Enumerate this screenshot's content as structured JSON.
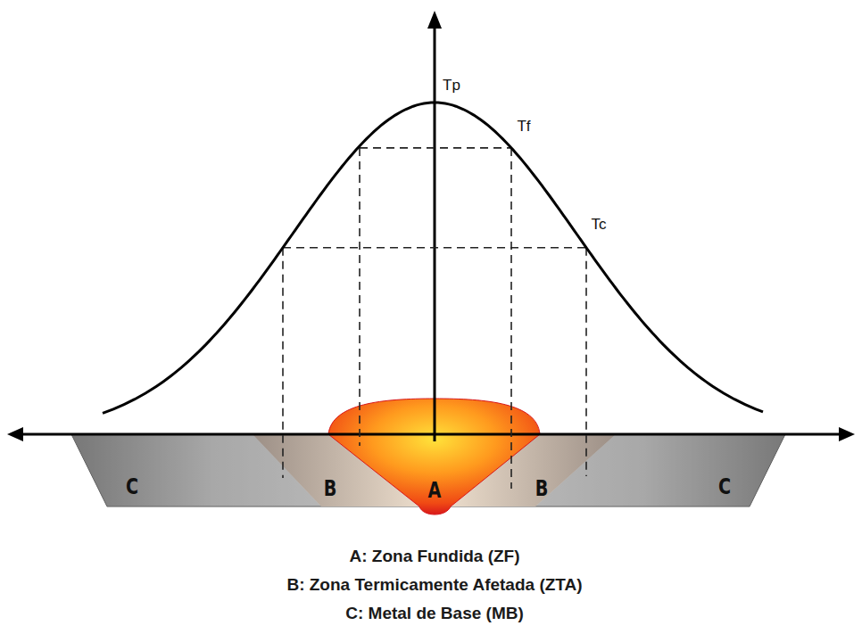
{
  "diagram": {
    "labels": [
      "Tp",
      "Tf",
      "Tc",
      "C",
      "B",
      "A",
      "B",
      "C",
      "A: Zona Fundida (ZF)",
      "B: Zona Termicamente Afetada (ZTA)",
      "C: Metal de Base (MB)"
    ]
  }
}
